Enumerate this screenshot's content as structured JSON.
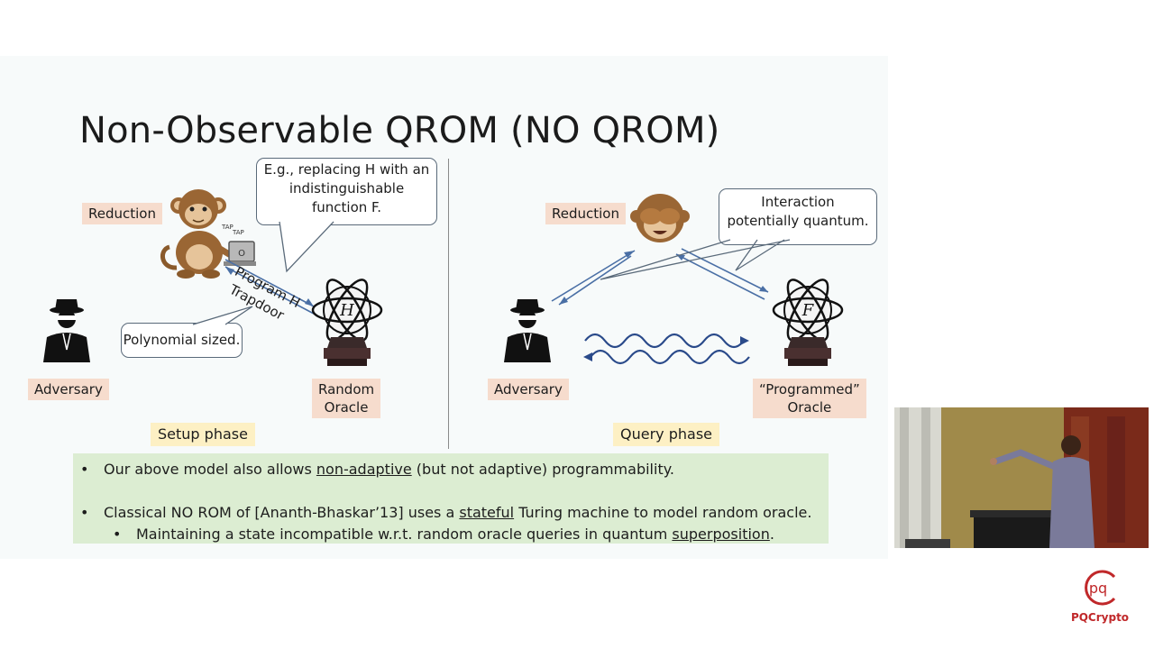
{
  "slide": {
    "title": "Non-Observable QROM (NO QROM)",
    "left": {
      "reduction_label": "Reduction",
      "adversary_label": "Adversary",
      "oracle_label_line1": "Random",
      "oracle_label_line2": "Oracle",
      "oracle_symbol": "H",
      "laptop_text_1": "TAP",
      "laptop_text_2": "TAP",
      "laptop_screen": "O",
      "callout_line1": "E.g., replacing H with an",
      "callout_line2": "indistinguishable",
      "callout_line3": "function F.",
      "poly_callout": "Polynomial sized.",
      "program_arrow_label": "Program H",
      "trapdoor_arrow_label": "Trapdoor",
      "phase_label": "Setup phase"
    },
    "right": {
      "reduction_label": "Reduction",
      "adversary_label": "Adversary",
      "oracle_label_line1": "“Programmed”",
      "oracle_label_line2": "Oracle",
      "oracle_symbol": "F",
      "callout_line1": "Interaction",
      "callout_line2": "potentially quantum.",
      "phase_label": "Query phase"
    },
    "bullets": {
      "b1_pre": "Our above model also allows ",
      "b1_u": "non-adaptive",
      "b1_post": " (but not adaptive) programmability.",
      "b2_pre": "Classical NO ROM of [Ananth-Bhaskar’13] uses a ",
      "b2_u": "stateful",
      "b2_post": " Turing machine to model random oracle.",
      "b3_pre": "Maintaining a state incompatible w.r.t. random oracle queries in quantum ",
      "b3_u": "superposition",
      "b3_post": ".",
      "bullet_char": "•"
    }
  },
  "logo": {
    "text": "PQCrypto",
    "mark": "pq",
    "color": "#c0282a"
  },
  "colors": {
    "peach": "#f6dccd",
    "yellow": "#fdf0c4",
    "green": "#dcedd2",
    "arrow": "#4a6fa5"
  }
}
